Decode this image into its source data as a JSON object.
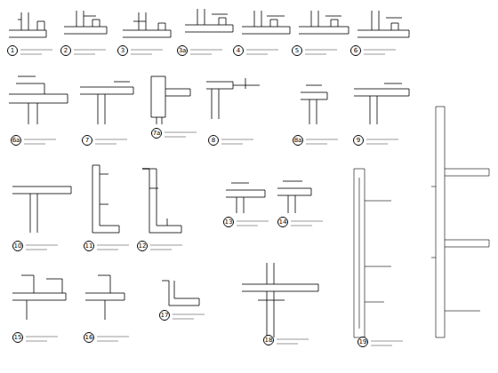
{
  "diagram": {
    "labels": [
      "1",
      "2",
      "3",
      "3a",
      "4",
      "5",
      "6",
      "6a",
      "7",
      "7a",
      "8",
      "8a",
      "9",
      "10",
      "11",
      "12",
      "13",
      "14",
      "15",
      "16",
      "17",
      "18",
      "19"
    ]
  }
}
